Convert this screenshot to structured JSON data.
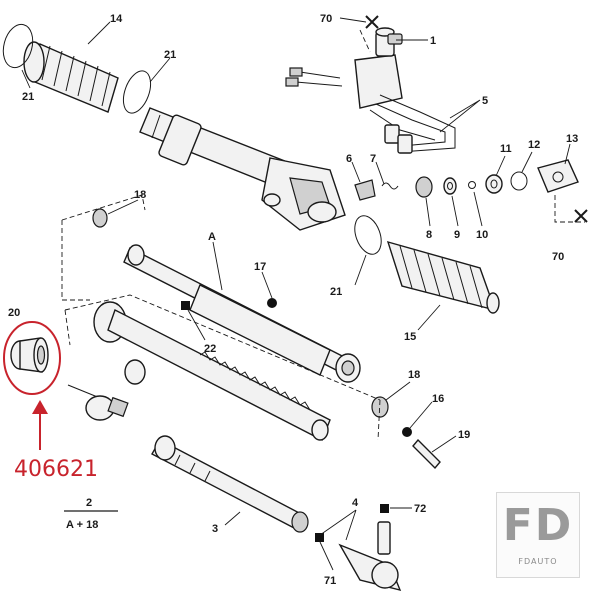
{
  "diagram": {
    "callouts": {
      "c14": "14",
      "c21a": "21",
      "c21b": "21",
      "c21c": "21",
      "c70a": "70",
      "c70b": "70",
      "c1": "1",
      "c5": "5",
      "c6": "6",
      "c7": "7",
      "c8": "8",
      "c9": "9",
      "c10": "10",
      "c11": "11",
      "c12": "12",
      "c13": "13",
      "c18a": "18",
      "c18b": "18",
      "cA": "A",
      "c17": "17",
      "c22": "22",
      "c15": "15",
      "c20": "20",
      "c16": "16",
      "c19": "19",
      "c3": "3",
      "c4": "4",
      "c72": "72",
      "c71": "71"
    },
    "note": {
      "numerator": "2",
      "denominator": "A + 18"
    },
    "highlight": {
      "part_number": "406621",
      "color": "#c8232c"
    },
    "watermark": {
      "logo": "FD",
      "brand": "FDAUTO"
    }
  }
}
